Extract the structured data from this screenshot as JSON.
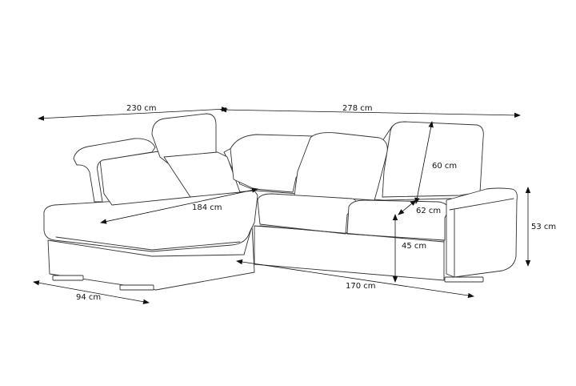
{
  "dimensions": {
    "left_width": "230 cm",
    "right_width": "278 cm",
    "seat_width_left": "184 cm",
    "headrest_height": "60 cm",
    "seat_depth": "62 cm",
    "total_height": "53 cm",
    "seat_height": "45 cm",
    "seat_width_right": "170 cm",
    "chaise_depth": "94 cm"
  },
  "colors": {
    "line": "#333333",
    "dimension": "#111111",
    "background": "#ffffff"
  }
}
